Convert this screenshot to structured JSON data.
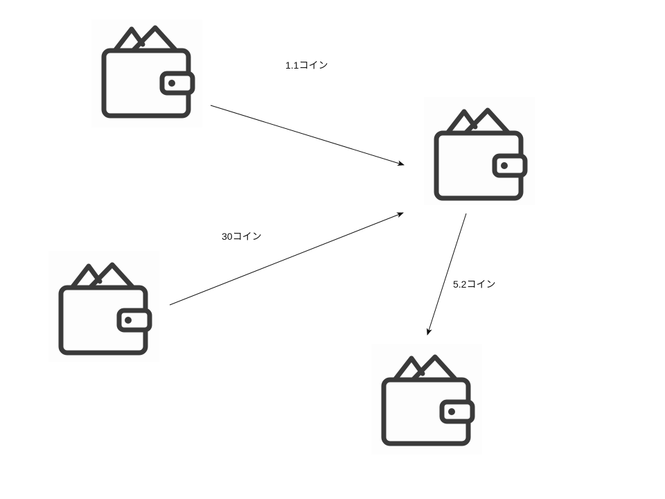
{
  "nodes": [
    {
      "id": "wallet-a",
      "icon": "wallet-icon"
    },
    {
      "id": "wallet-b",
      "icon": "wallet-icon"
    },
    {
      "id": "wallet-c",
      "icon": "wallet-icon"
    },
    {
      "id": "wallet-d",
      "icon": "wallet-icon"
    }
  ],
  "edges": [
    {
      "from": "wallet-a",
      "to": "wallet-c",
      "label": "1.1コイン"
    },
    {
      "from": "wallet-b",
      "to": "wallet-c",
      "label": "30コイン"
    },
    {
      "from": "wallet-c",
      "to": "wallet-d",
      "label": "5.2コイン"
    }
  ],
  "colors": {
    "icon_stroke": "#3a3a3a",
    "arrow": "#111111"
  }
}
